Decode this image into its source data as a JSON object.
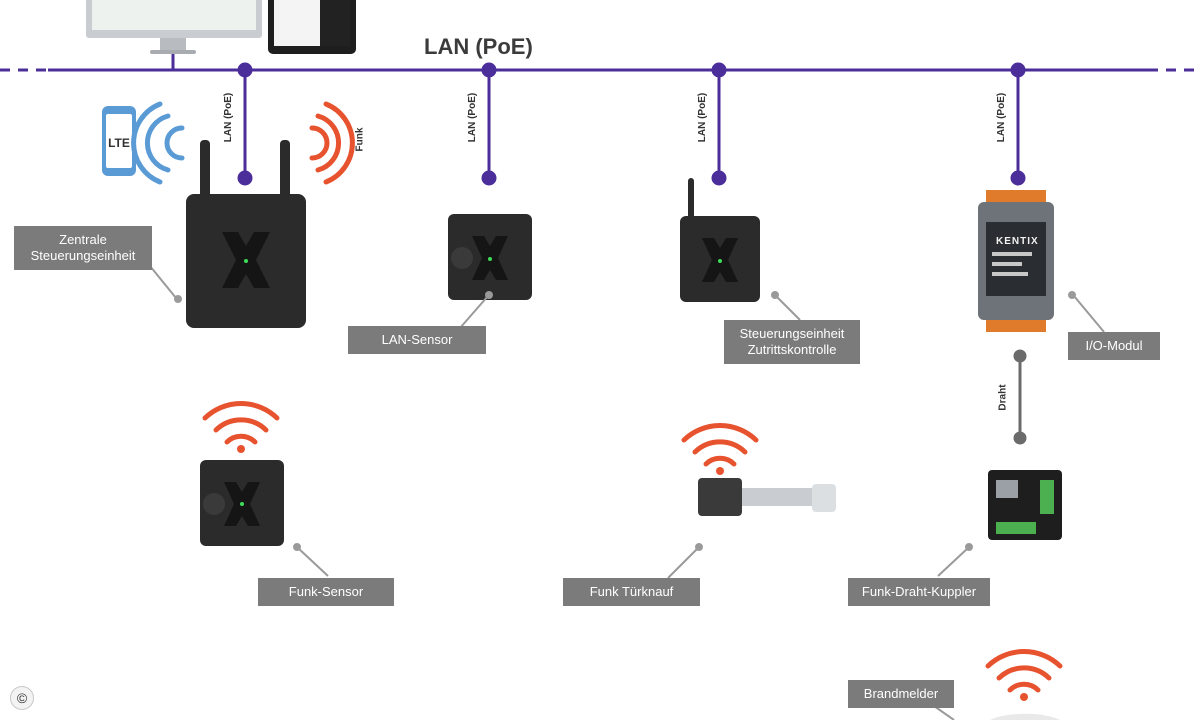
{
  "network": {
    "title": "LAN (PoE)",
    "branch_label": "LAN (PoE)"
  },
  "labels": {
    "zentrale_line1": "Zentrale",
    "zentrale_line2": "Steuerungseinheit",
    "lan_sensor": "LAN-Sensor",
    "steuerung_line1": "Steuerungseinheit",
    "steuerung_line2": "Zutrittskontrolle",
    "io_modul": "I/O-Modul",
    "funk_sensor": "Funk-Sensor",
    "funk_tuerknauf": "Funk Türknauf",
    "funk_draht_kuppler": "Funk-Draht-Kuppler",
    "brandmelder": "Brandmelder",
    "funk": "Funk",
    "draht": "Draht",
    "lte": "LTE",
    "brand": "KENTIX",
    "copyright": "©"
  },
  "colors": {
    "line": "#4b2e9a",
    "signal_red": "#e8532f",
    "signal_blue": "#5b9bd5",
    "label_bg": "#7b7b7b",
    "device": "#2b2b2b"
  },
  "icons": [
    "wifi-signal-icon",
    "radio-wave-icon",
    "phone-icon",
    "monitor-icon",
    "tablet-icon"
  ]
}
